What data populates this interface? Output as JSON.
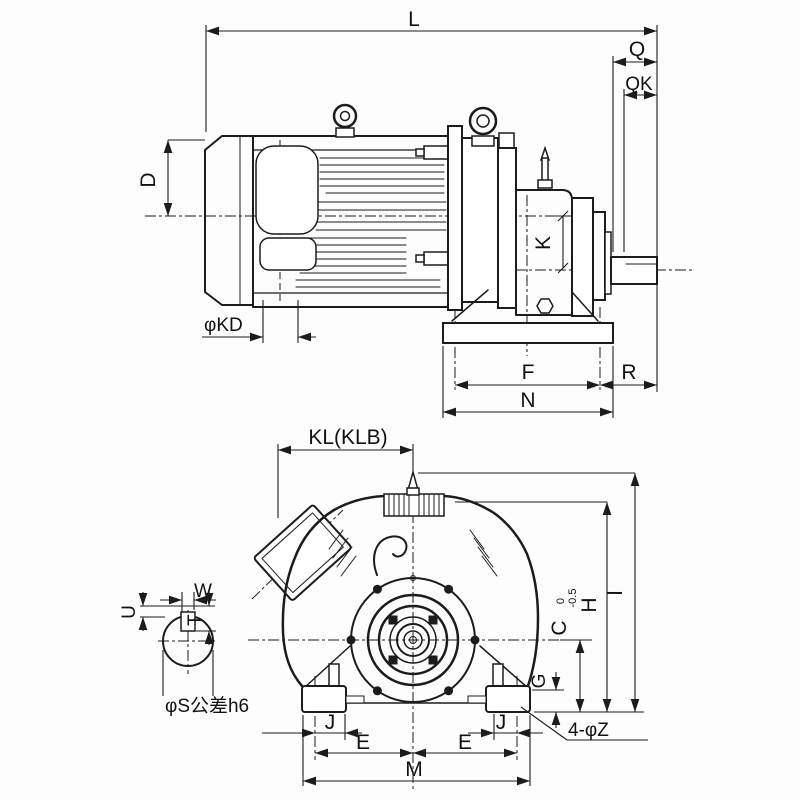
{
  "colors": {
    "line": "#1c1c1c",
    "background": "#ffffff"
  },
  "side_view": {
    "labels": {
      "overall_length": "L",
      "shaft_extension": "Q",
      "key_length": "QK",
      "motor_center_height": "D",
      "fan_cover_diameter": "φKD",
      "shaft_offset": "K",
      "foot_hole_pitch": "F",
      "shaft_end_to_foot": "R",
      "base_length": "N"
    }
  },
  "front_view": {
    "labels": {
      "terminal_box_offset": "KL(KLB)",
      "key_width": "W",
      "key_height_u": "U",
      "key_depth_t": "T",
      "shaft_diameter": "φS公差h6",
      "center_height_c": "C",
      "c_tolerance_upper": "0",
      "c_tolerance_lower": "-0.5",
      "height_h": "H",
      "height_i": "I",
      "foot_pad_height": "G",
      "foot_hole_edge": "J",
      "foot_hole_to_center": "E",
      "base_width": "M",
      "mounting_holes": "4-φZ"
    }
  }
}
